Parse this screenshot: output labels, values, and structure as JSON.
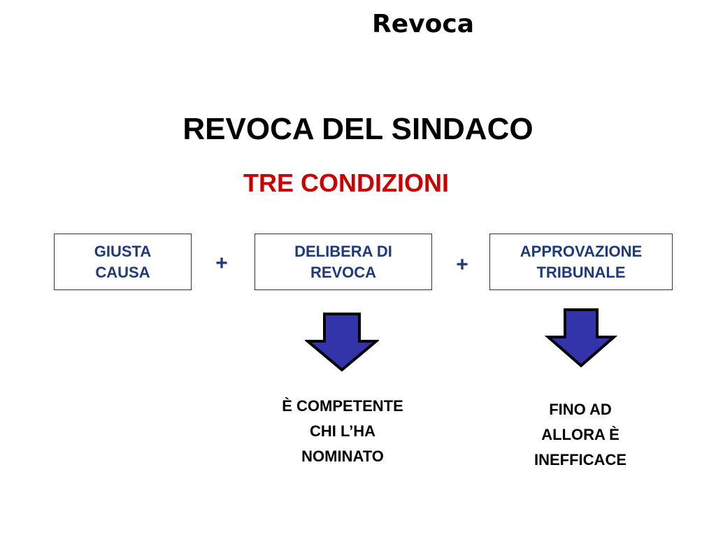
{
  "slide": {
    "title": "Revoca",
    "heading": "REVOCA DEL SINDACO",
    "subheading": "TRE CONDIZIONI"
  },
  "conditions": [
    {
      "line1": "GIUSTA",
      "line2": "CAUSA"
    },
    {
      "line1": "DELIBERA DI",
      "line2": "REVOCA"
    },
    {
      "line1": "APPROVAZIONE",
      "line2": "TRIBUNALE"
    }
  ],
  "operators": [
    "+",
    "+"
  ],
  "results": [
    {
      "lines": [
        "È COMPETENTE",
        "CHI L’HA",
        "NOMINATO"
      ]
    },
    {
      "lines": [
        "FINO AD",
        "ALLORA È",
        "INEFFICACE"
      ]
    }
  ],
  "colors": {
    "heading": "#000000",
    "subheading": "#cc0000",
    "box_text": "#1f3a7a",
    "arrow_fill": "#3333aa",
    "arrow_stroke": "#000000"
  },
  "icons": {
    "arrow": "down-arrow-icon"
  }
}
